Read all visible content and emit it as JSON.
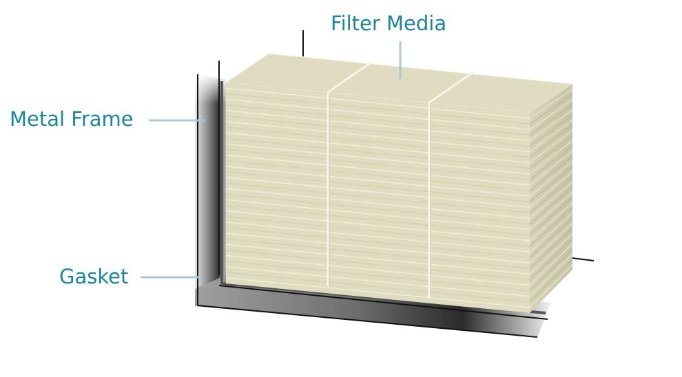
{
  "labels": {
    "filter_media": "Filter Media",
    "metal_frame": "Metal Frame",
    "gasket": "Gasket"
  },
  "colors": {
    "label_text": "#1787a3",
    "leader_line": "#a9c9da",
    "media_fill": "#e0dcc0",
    "media_edge": "#f4f2e2",
    "frame_dark": "#1a1a1a",
    "frame_mid": "#8a8a8a",
    "frame_light": "#e6e6e6"
  }
}
